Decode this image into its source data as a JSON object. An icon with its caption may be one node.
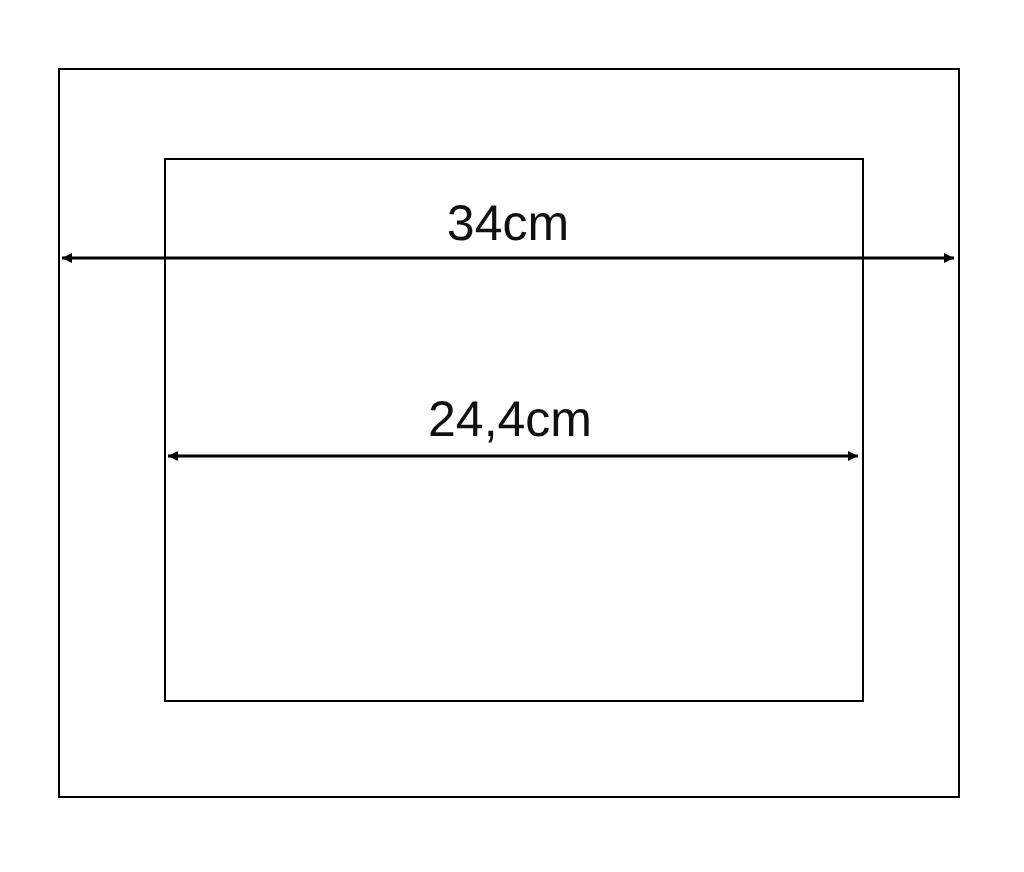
{
  "diagram": {
    "nodes": [
      {
        "text": [],
        "shape": "box"
      },
      {
        "text": [],
        "shape": "box",
        "in": 0
      }
    ],
    "labels": [
      "34cm",
      "24,4cm"
    ]
  }
}
